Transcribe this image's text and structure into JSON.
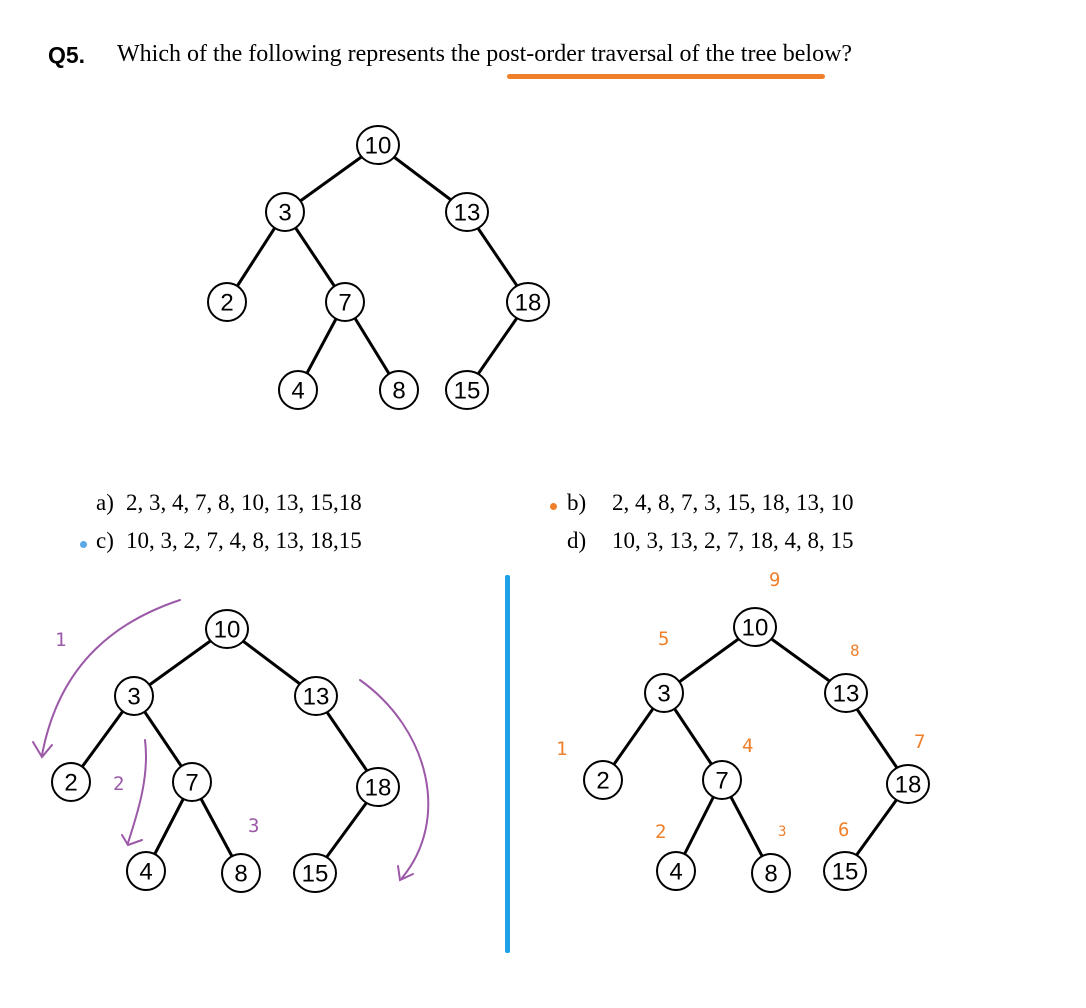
{
  "question": {
    "label": "Q5.",
    "text": "Which of the following represents the post-order traversal of the tree below?"
  },
  "options": {
    "a": {
      "letter": "a)",
      "text": "2, 3, 4, 7, 8, 10, 13, 15,18"
    },
    "b": {
      "letter": "b)",
      "text": "2, 4, 8, 7, 3, 15, 18, 13, 10"
    },
    "c": {
      "letter": "c)",
      "text": "10, 3, 2, 7, 4, 8, 13, 18,15"
    },
    "d": {
      "letter": "d)",
      "text": "10, 3, 13, 2, 7, 18, 4, 8, 15"
    }
  },
  "tree": {
    "nodes": [
      {
        "id": "n10",
        "label": "10"
      },
      {
        "id": "n3",
        "label": "3"
      },
      {
        "id": "n13",
        "label": "13"
      },
      {
        "id": "n2",
        "label": "2"
      },
      {
        "id": "n7",
        "label": "7"
      },
      {
        "id": "n18",
        "label": "18"
      },
      {
        "id": "n4",
        "label": "4"
      },
      {
        "id": "n8",
        "label": "8"
      },
      {
        "id": "n15",
        "label": "15"
      }
    ],
    "edges": [
      [
        "n10",
        "n3"
      ],
      [
        "n10",
        "n13"
      ],
      [
        "n3",
        "n2"
      ],
      [
        "n3",
        "n7"
      ],
      [
        "n7",
        "n4"
      ],
      [
        "n7",
        "n8"
      ],
      [
        "n13",
        "n18"
      ],
      [
        "n18",
        "n15"
      ]
    ]
  },
  "annotations": {
    "left_numbers": [
      "1",
      "2",
      "3"
    ],
    "right_order": {
      "n2": "1",
      "n4": "2",
      "n8": "3",
      "n7": "4",
      "n3": "5",
      "n15": "6",
      "n18": "7",
      "n13": "8",
      "n10": "9"
    }
  },
  "colors": {
    "underline": "#f07f2a",
    "purple_marks": "#9b59a8",
    "orange_marks": "#f07f2a",
    "divider": "#1ea1e6",
    "option_dot_c": "#5aa9e6",
    "option_dot_b": "#f07f2a"
  }
}
